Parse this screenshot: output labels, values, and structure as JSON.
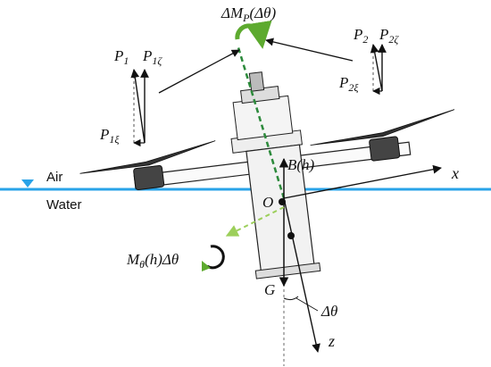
{
  "labels": {
    "moment_top": "ΔM_P(Δθ)",
    "P1": "P_1",
    "P1zeta": "P_1ζ",
    "P1xi": "P_1ξ",
    "P2": "P_2",
    "P2zeta": "P_2ζ",
    "P2xi": "P_2ξ",
    "Bh": "B(h)",
    "O": "O",
    "G": "G",
    "x": "x",
    "z": "z",
    "dtheta": "Δθ",
    "moment_left": "M_θ(h)Δθ",
    "air": "Air",
    "water": "Water"
  },
  "colors": {
    "water_line": "#29a3e8",
    "moment_arrow": "#5daa2f",
    "dashed_green": "#2c8a3b",
    "light_green": "#9ccf5a",
    "ink": "#111111"
  },
  "icons": {
    "surface_marker": "triangle-down",
    "moment_symbol": "curved-arrow"
  }
}
